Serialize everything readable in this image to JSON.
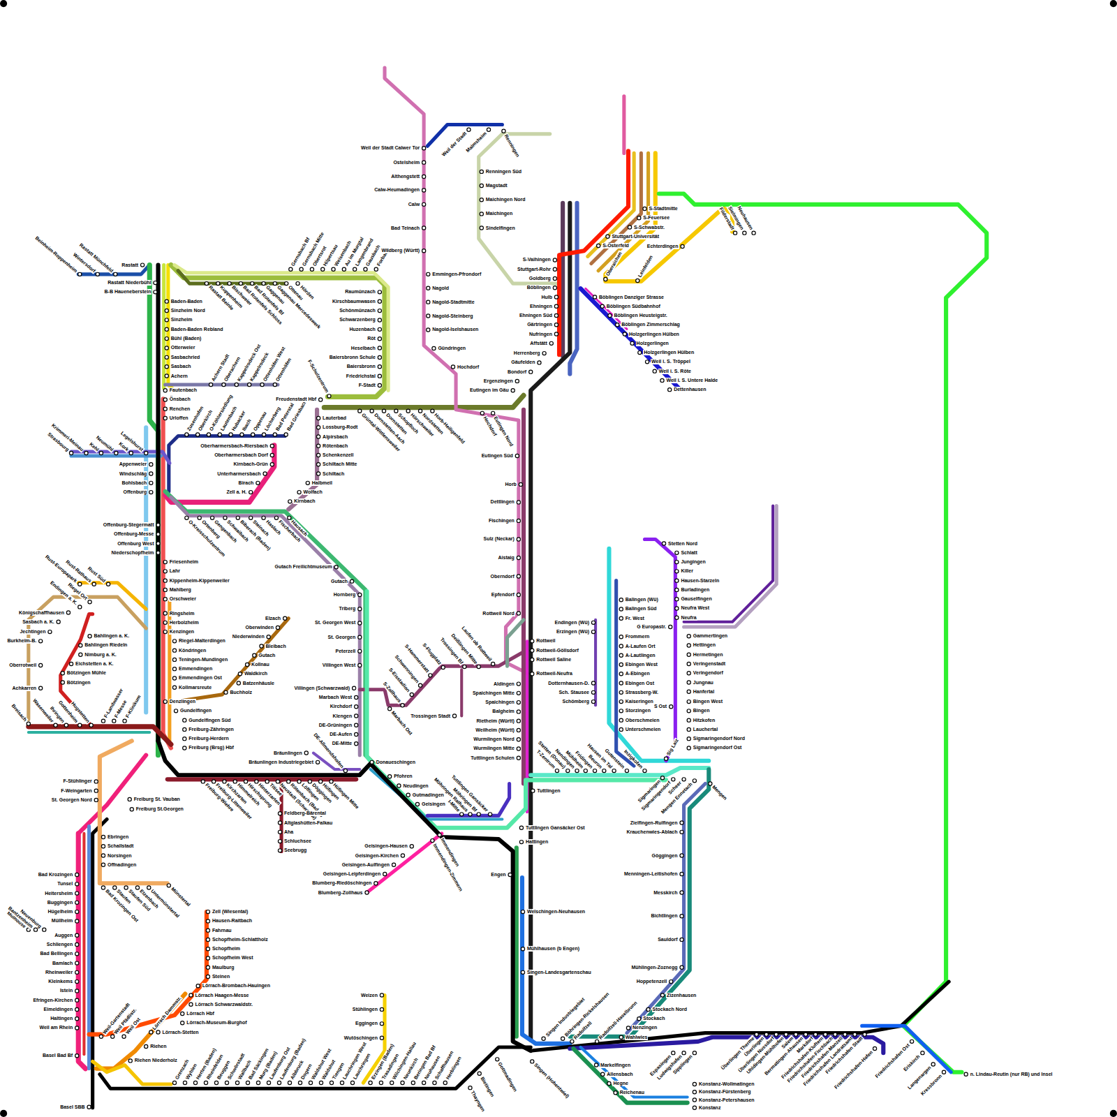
{
  "diagram": {
    "labels": [
      "Rastatt",
      "Beinheim-Roppenheim",
      "Wintersdorf",
      "Rastatt Münchfeld",
      "Rastatt Niederbühl",
      "B-B Haueneberstein",
      "Baden-Baden",
      "Sinzheim Nord",
      "Sinzheim",
      "Baden-Baden Rebland",
      "Bühl (Baden)",
      "Otterweier",
      "Sasbachried",
      "Sasbach",
      "Achern",
      "Fautenbach",
      "Önsbach",
      "Renchen",
      "Urloffen",
      "Gernsbach Bf",
      "Gernsbach Mitte",
      "Obertsrot",
      "Hilpertsau",
      "Weisenbach",
      "Au im Murgtal",
      "Langenbrand",
      "Gausbach",
      "Forbach",
      "Rastatt Beinle",
      "Kuppenheim",
      "Bischweier",
      "Bad Rotenfels Schloss",
      "Bad Rotenfels Bf",
      "Gaggenau",
      "Gaggenau Mercedeswerk",
      "Ottenau",
      "Hörden",
      "Raumünzach",
      "Kirschbaumwasen",
      "Schönmünzach",
      "Schwarzenberg",
      "Huzenbach",
      "Röt",
      "Heselbach",
      "Baiersbronn Schule",
      "Baiersbronn",
      "Friedrichstal",
      "F-Stadt",
      "Achern Stadt",
      "Oberachern",
      "Kappelrodeck Ost",
      "Kappelrodeck",
      "Ottenhöfen West",
      "Ottenhöfen",
      "Zusenhofen",
      "Oberkirch",
      "O-Köhlersiedlung",
      "Lautenbach",
      "Hubacker",
      "Ibach",
      "Oppenau",
      "Löcherberg",
      "Bad Peterstal",
      "Bad Griesbach",
      "Strasbourg",
      "Krimmeri-Meinau",
      "Kehl",
      "Neumühl",
      "Kork",
      "Legelshurst",
      "Appenweier",
      "Windschläg",
      "Bohlsbach",
      "Offenburg",
      "Oberharmersbach-Riersbach",
      "Oberharmersbach Dorf",
      "Kirnbach-Grün",
      "Unterharmersbach",
      "Birach",
      "Zell a. H.",
      "O-Kreisschulzentrum",
      "Ortenberg",
      "Gengenbach",
      "Schwaibach",
      "Biberach (Baden)",
      "Steinach",
      "Haslach",
      "Fischerbach",
      "Hausach",
      "Lauterbad",
      "Lossburg-Rodt",
      "Alpirsbach",
      "Rötenbach",
      "Schenkenzell",
      "Schiltach Mitte",
      "Schiltach",
      "Halbmeil",
      "Wolfach",
      "Kirnbach",
      "Freudenstadt Hbf",
      "F-Schulzentrum",
      "Grüntal-Wittlensweiler",
      "Dornstetten-Aach",
      "Dornstetten",
      "Schopfloch",
      "Hörschweiler",
      "Nordstetten",
      "Horb-Heiligenfeld",
      "Hochdorf",
      "Eutingen Nord",
      "Ergenzingen",
      "Eutingen im Gäu",
      "Eutingen Süd",
      "Horb",
      "Dettlingen",
      "Fischingen",
      "Sulz (Neckar)",
      "Aistaig",
      "Oberndorf",
      "Epfendorf",
      "Rottweil Nord",
      "Herrenberg",
      "Gäufelden",
      "Bondorf",
      "S-Vaihingen",
      "Stuttgart-Rohr",
      "Goldberg",
      "Böblingen",
      "Hulb",
      "Ehningen",
      "Ehningen Süd",
      "Gärtringen",
      "Nufringen",
      "Affstätt",
      "Böblingen Danziger Strasse",
      "Böblingen Südbahnhof",
      "Böblingen Heusteigstr.",
      "Böblingen Zimmerschlag",
      "Holzgerlingen Hülben",
      "Holzgerlingen",
      "Holzgerlingen Hülben",
      "Weil i. S. Tröppel",
      "Weil i. S. Röte",
      "Weil i. S. Untere Halde",
      "Dettenhausen",
      "S-Stadtmitte",
      "S-Feuersee",
      "S-Schwabstr.",
      "Stuttgart-Universität",
      "S-Österfeld",
      "Echterdingen",
      "Oberaichen",
      "Leinfelden",
      "Filderstadt",
      "Sielmingen",
      "Neuhausen",
      "Weil der Stadt",
      "Malmsheim",
      "Renningen",
      "Weil der Stadt Calwer Tor",
      "Ostelsheim",
      "Althengstett",
      "Calw-Heumadingen",
      "Calw",
      "Bad Teinach",
      "Wildberg (Württ)",
      "Emmingen-Pfrondorf",
      "Nagold",
      "Nagold-Stadtmitte",
      "Nagold-Steinberg",
      "Nagold-Iselshausen",
      "Gündringen",
      "Hochdorf",
      "Renningen Süd",
      "Magstadt",
      "Maichingen Nord",
      "Maichingen",
      "Sindelfingen",
      "Rottweil",
      "Rottweil-Göllsdorf",
      "Rottweil Saline",
      "Rottweil-Neufra",
      "Aldingen",
      "Spaichingen Mitte",
      "Spaichingen",
      "Balgheim",
      "Rietheim (Württ)",
      "Weilheim (Württ)",
      "Wurmlingen Nord",
      "Wurmlingen Mitte",
      "Tuttlingen Schulen",
      "Tuttlingen",
      "Tuttlingen Gansäcker Ost",
      "Hattingen",
      "Engen",
      "Welschingen-Neuhausen",
      "Mühlhausen (b Engen)",
      "Singen-Landesgartenschau",
      "Laufen ob Rottweil",
      "Deißlingen Mitte",
      "Trossingen Bf",
      "S-Flugplatz",
      "S-Hammerstatt",
      "Schwenningen",
      "S-Eisstadion",
      "S-Zollhaus",
      "Marbach Ost",
      "Trossingen Stadt",
      "Villingen (Schwarzwald)",
      "Marbach West",
      "Kirchdorf",
      "Klengen",
      "DE-Grüningen",
      "DE-Aufen",
      "DE-Mitte",
      "Donaueschingen",
      "Bräunlingen",
      "Bräunlingen Industriegebiet",
      "DE-Allmendshofen",
      "Gutach Freilichtmuseum",
      "Gutach",
      "Hornberg",
      "Triberg",
      "St. Georgen West",
      "St. Georgen",
      "Peterzell",
      "Villingen West",
      "Pfohren",
      "Neudingen",
      "Gutmadingen",
      "Geisingen",
      "Geisingen-Hausen",
      "Geisingen-Kirchen",
      "Geisingen-Aulfingen",
      "Geisingen-Leipferdingen",
      "Blumberg-Riedöschingen",
      "Blumberg-Zollhaus",
      "Immendingen",
      "Immendingen-Zimmern",
      "Tuttlingen Gansäcker",
      "Möhringen Bf",
      "Möhringen Rathaus",
      "I-Mitte",
      "Freiburg-Wiehre",
      "Freiburg-Littenweiler",
      "Kirchzarten",
      "Himmelreich",
      "Hirschsprung",
      "Hinterzarten",
      "Titisee",
      "Neustadt (Schwarzw)",
      "Rötenbach (Baden)",
      "Löffingen",
      "Döggingen",
      "Hüfingen",
      "Hüfingen Mitte",
      "Feldberg-Bärental",
      "Altglashütten-Falkau",
      "Aha",
      "Schluchsee",
      "Seebrugg",
      "Freiburg St. Vauban",
      "Freiburg St.Georgen",
      "Offenburg-Stegermatt",
      "Offenburg-Messe",
      "Offenburg West",
      "Niederschopfheim",
      "Friesenheim",
      "Lahr",
      "Kippenheim-Kippenweiler",
      "Mahlberg",
      "Orschweier",
      "Ringsheim",
      "Herbolzheim",
      "Kenzingen",
      "Riegel-Malterdingen",
      "Köndringen",
      "Teningen-Mundingen",
      "Emmendingen",
      "Emmendingen Ost",
      "Kollmarsreute",
      "Denzlingen",
      "Gundelfingen",
      "Gundelfingen Süd",
      "Freiburg-Zähringen",
      "Freiburg-Herdern",
      "Freiburg (Brsg) Hbf",
      "Königschaffhausen",
      "Sasbach a. K.",
      "Jechtingen",
      "Burkheim-B.",
      "Oberrotweil",
      "Achkarren",
      "Endingen a. K.",
      "Riegel Ort",
      "Bahlingen a. K.",
      "Bahlingen Riedeln",
      "Nimburg a. K.",
      "Eichstetten a. K.",
      "Bötzingen Mühle",
      "Bötzingen",
      "Rust-Europapark",
      "Rust-Rathaus",
      "Rust Süd",
      "Breisach",
      "Wasenweiler",
      "Ihringen",
      "Gottenheim",
      "Hugstetten",
      "F-Landwasser",
      "F-Messe",
      "F-Klinikum",
      "Elzach",
      "Oberwinden",
      "Niederwinden",
      "Bleibach",
      "Gutach",
      "Kollnau",
      "Waldkirch",
      "Batzenhäusle",
      "Buchholz",
      "F-Stühlinger",
      "F-Weingarten",
      "St. Georgen Nord",
      "Ebringen",
      "Schallstadt",
      "Norsingen",
      "Offnadingen",
      "Bad Krozingen Ost",
      "Staufen",
      "Staufen Süd",
      "Etzenbach",
      "Untermünstertal",
      "Münstertal",
      "Bad Krozingen",
      "Tunsel",
      "Heitersheim",
      "Buggingen",
      "Hügelheim",
      "Müllheim",
      "Auggen",
      "Schliengen",
      "Bad Bellingen",
      "Bamlach",
      "Rheinweiler",
      "Kleinkems",
      "Istein",
      "Efringen-Kirchen",
      "Eimeldingen",
      "Haltingen",
      "Weil am Rhein",
      "Basel Bad Bf",
      "Basel SBB",
      "Mulhouse",
      "Bantzenheim",
      "Neuenburg",
      "Zell (Wiesental)",
      "Hausen-Raitbach",
      "Fahrnau",
      "Schopfheim-Schlattholz",
      "Schopfheim",
      "Schopfheim West",
      "Maulburg",
      "Steinen",
      "Lörrach-Brombach-Hauingen",
      "Lörrach Haagen-Messe",
      "Lörrach Schwarzwaldstr.",
      "Lörrach Hbf",
      "Lörrach-Museum-Burghof",
      "Lörrach-Stetten",
      "Riehen",
      "Riehen Niederholz",
      "Weil-Gartenstadt",
      "Weil Pfädlistr.",
      "Weil Ost",
      "Lörrach Dammstr.",
      "Grenzach",
      "Wyhlen",
      "Herten (Baden)",
      "Rheinfelden",
      "Beuggen",
      "Schwörstadt",
      "Wallbach",
      "Bad Säckingen",
      "Murg (Baden)",
      "Laufenburg Ost",
      "Laufenburg (Baden)",
      "Albbruck",
      "Dogern",
      "Waldshut West",
      "Waldshut",
      "Tiengen",
      "Lauchringen West",
      "Lauchringen",
      "Erzingen (Baden)",
      "Trasadingen",
      "Wilchingen-Hallau",
      "Neunkirch",
      "Beringen Bad Bf",
      "Neuhausen",
      "Schaffhausen",
      "Herblingen",
      "Thayngen",
      "Bietingen",
      "Gottmadingen",
      "Weizen",
      "Stühlingen",
      "Eggingen",
      "Wutöschingen",
      "Balingen (Wü)",
      "Balingen Süd",
      "Fr. West",
      "Frommern",
      "A-Laufen Ort",
      "A-Lautlingen",
      "Ebingen West",
      "A-Ebingen",
      "Ebingen Ost",
      "Strassberg-W.",
      "Kaiseringen",
      "Storzingen",
      "Oberschmeien",
      "Unterschmeien",
      "Endingen (Wü)",
      "Erzingen (Wü)",
      "Dotternhausen-D.",
      "Sch. Stausee",
      "Schömberg",
      "Stetten Nord",
      "Schlatt",
      "Jungingen",
      "Killer",
      "Hausen-Starzeln",
      "Burladingen",
      "Gauselfingen",
      "Neufra West",
      "Neufra",
      "G Europastr.",
      "Gammertingen",
      "Hettingen",
      "Hermetingen",
      "Veringenstadt",
      "Veringendorf",
      "Jungnau",
      "Hanfertal",
      "S Ost",
      "Bingen West",
      "Bingen",
      "Hitzkofen",
      "Lauchertal",
      "Sigmaringendorf Nord",
      "Sigmaringendorf Ost",
      "T-Zentrum",
      "Stetten (Donau)",
      "Nendingen",
      "Mühlheim",
      "Fridingen",
      "Beuron",
      "Hausen im Tal",
      "Gutenstein",
      "Inzigkofen",
      "Sig Laiz",
      "Sigmaringen",
      "Sigmaringendorf",
      "Scheer",
      "Mengen Ennetach",
      "Mengen",
      "Zielfingen-Rulfingen",
      "Krauchenwies-Ablach",
      "Göggingen",
      "Menningen-Leitishofen",
      "Messkirch",
      "Bichtlingen",
      "Sauldorf",
      "Mühlingen-Zoznegg",
      "Hoppetenzell",
      "Zizenhausen",
      "Stockach Nord",
      "Stockach",
      "Nenzingen",
      "Wahlwies",
      "Singen Industriegebiet",
      "Böhringen-Rickelshausen",
      "Radolfzell",
      "Radolfzell-Haselbrunn",
      "Singen (Hohentwiel)",
      "Markelfingen",
      "Allensbach",
      "Hegne",
      "Reichenau",
      "Konstanz-Wollmatingen",
      "Konstanz-Fürstenberg",
      "Konstanz-Petershausen",
      "Konstanz",
      "Espasingen",
      "Ludwigshafen",
      "Sipplingen",
      "Überlingen Therme",
      "Überlingen",
      "Überlingen Nussdorf",
      "Uhldingen-Mühlhofen",
      "Salem",
      "Bermatingen-Ahausen",
      "Markdorf",
      "Friedrichshafen-Kluftern",
      "Friedrichshafen-Fischbach",
      "Friedrichshafen-Manzell",
      "Friedrichshafen Landratsamt",
      "Friedrichshafen Stadt",
      "Friedrichshafen-Hafen",
      "Friedrichshafen Ost",
      "Eriskirch",
      "Langenargen",
      "Kressbronn",
      "n. Lindau-Reutin (nur RB) und Insel"
    ]
  }
}
